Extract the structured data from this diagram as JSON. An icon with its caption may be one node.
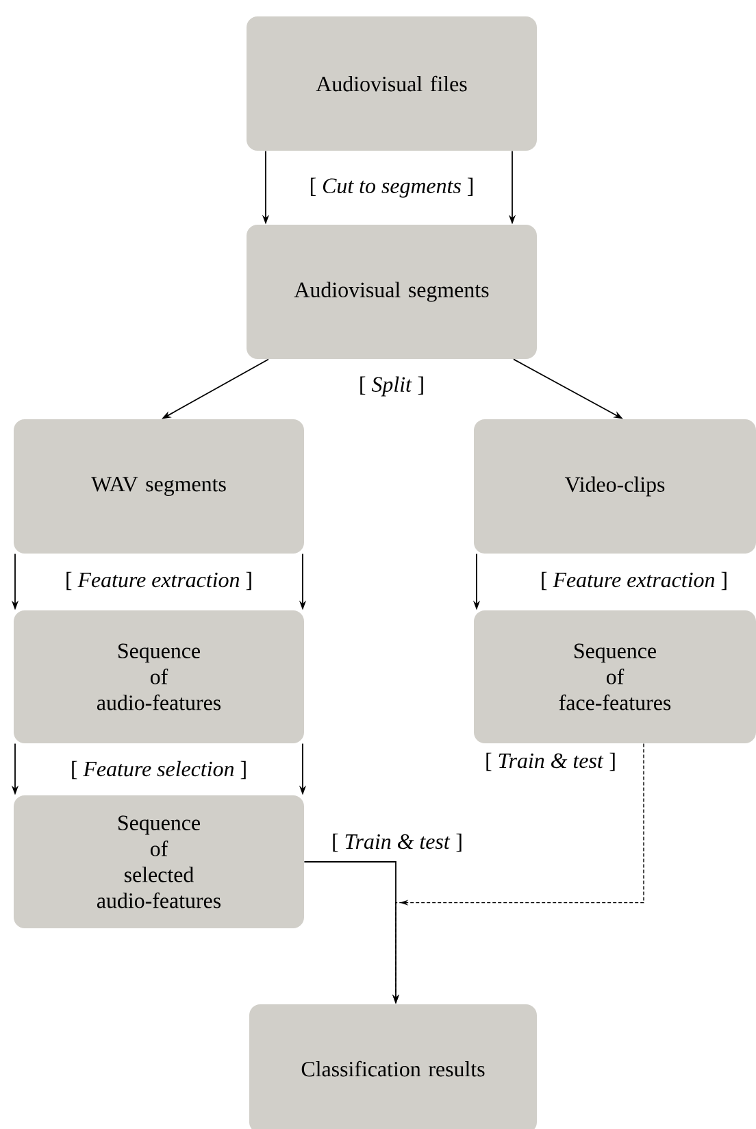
{
  "diagram": {
    "nodes": [
      {
        "text": [
          "Audiovisual files"
        ]
      },
      {
        "text": [
          "Audiovisual segments"
        ]
      },
      {
        "text": [
          "WAV segments"
        ]
      },
      {
        "text": [
          "Video-clips"
        ]
      },
      {
        "text": [
          "Sequence of audio-features"
        ]
      },
      {
        "text": [
          "Sequence of face-features"
        ]
      },
      {
        "text": [
          "Sequence of selected audio-features"
        ]
      },
      {
        "text": [
          "Classification results"
        ]
      }
    ],
    "edges": [
      {
        "from": 0,
        "to": 1,
        "arrow": "to",
        "label": "[ *Cut to segments* ]"
      },
      {
        "from": 0,
        "to": 1,
        "arrow": "to"
      },
      {
        "from": 1,
        "to": 2,
        "arrow": "to",
        "label": "[ *Split* ]"
      },
      {
        "from": 1,
        "to": 3,
        "arrow": "to"
      },
      {
        "from": 2,
        "to": 4,
        "arrow": "to",
        "label": "[ *Feature extraction* ]"
      },
      {
        "from": 2,
        "to": 4,
        "arrow": "to"
      },
      {
        "from": 3,
        "to": 5,
        "arrow": "to",
        "label": "[ *Feature extraction* ]"
      },
      {
        "from": 4,
        "to": 6,
        "arrow": "to",
        "label": "[ *Feature selection* ]"
      },
      {
        "from": 4,
        "to": 6,
        "arrow": "to"
      },
      {
        "from": 6,
        "to": 7,
        "arrow": "to",
        "label": "[ *Train & test* ]"
      },
      {
        "from": 5,
        "to": 7,
        "arrow": "to",
        "style": "dashed",
        "label": "[ *Train & test* ]"
      }
    ]
  }
}
